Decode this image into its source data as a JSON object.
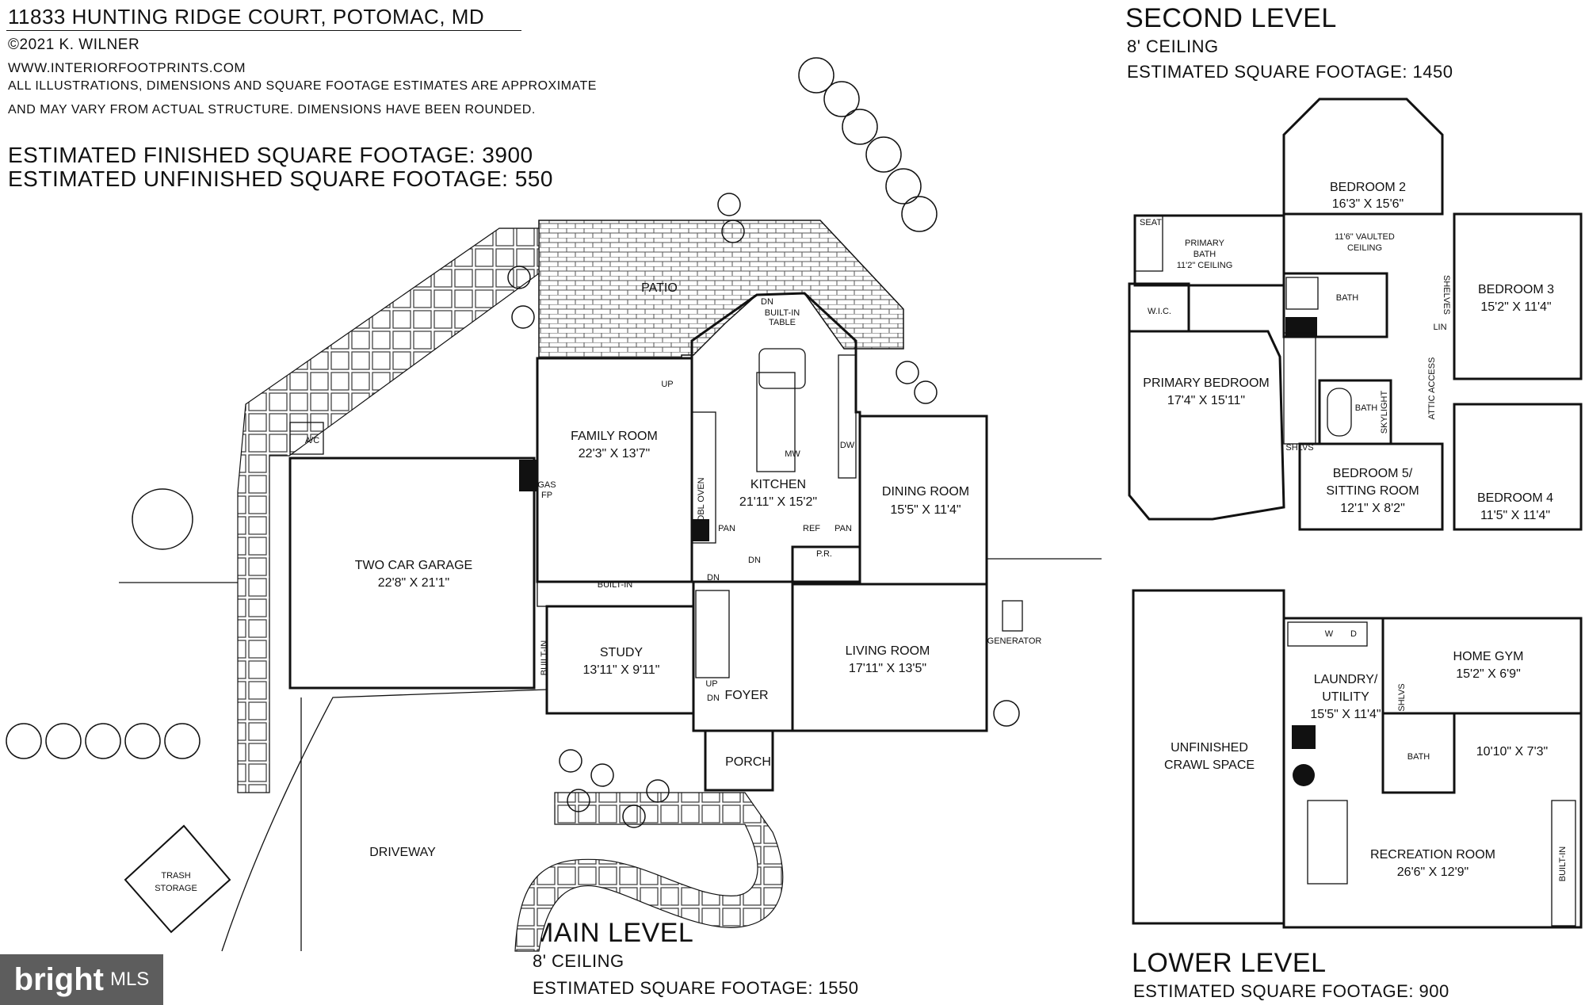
{
  "header": {
    "address": "11833 HUNTING RIDGE COURT, POTOMAC, MD",
    "credit": "©2021 K. WILNER",
    "website": "WWW.INTERIORFOOTPRINTS.COM",
    "disclaimer_line1": "ALL ILLUSTRATIONS, DIMENSIONS AND SQUARE FOOTAGE ESTIMATES ARE APPROXIMATE",
    "disclaimer_line2": "AND MAY VARY FROM ACTUAL STRUCTURE. DIMENSIONS HAVE BEEN ROUNDED.",
    "finished": "ESTIMATED FINISHED SQUARE FOOTAGE: 3900",
    "unfinished": "ESTIMATED UNFINISHED SQUARE FOOTAGE: 550"
  },
  "levels": {
    "main": {
      "title": "MAIN LEVEL",
      "ceiling": "8' CEILING",
      "sqft": "ESTIMATED SQUARE FOOTAGE: 1550"
    },
    "second": {
      "title": "SECOND LEVEL",
      "ceiling": "8' CEILING",
      "sqft": "ESTIMATED SQUARE FOOTAGE: 1450"
    },
    "lower": {
      "title": "LOWER LEVEL",
      "sqft": "ESTIMATED SQUARE FOOTAGE: 900"
    }
  },
  "main_rooms": {
    "patio": "PATIO",
    "family": {
      "name": "FAMILY ROOM",
      "dim": "22'3\" X 13'7\""
    },
    "kitchen": {
      "name": "KITCHEN",
      "dim": "21'11\" X 15'2\""
    },
    "dining": {
      "name": "DINING ROOM",
      "dim": "15'5\" X 11'4\""
    },
    "garage": {
      "name": "TWO CAR GARAGE",
      "dim": "22'8\" X 21'1\""
    },
    "study": {
      "name": "STUDY",
      "dim": "13'11\" X 9'11\""
    },
    "living": {
      "name": "LIVING ROOM",
      "dim": "17'11\" X 13'5\""
    },
    "foyer": "FOYER",
    "porch": "PORCH",
    "driveway": "DRIVEWAY",
    "trash1": "TRASH",
    "trash2": "STORAGE",
    "ac": "A/C",
    "gas1": "GAS",
    "gas2": "FP",
    "builtin_table1": "BUILT-IN",
    "builtin_table2": "TABLE",
    "builtin": "BUILT-IN",
    "builtin_v": "BUILT-IN",
    "dbl_oven": "DBL OVEN",
    "pan": "PAN",
    "ref": "REF",
    "pr": "P.R.",
    "dw": "DW",
    "mw": "MW",
    "generator": "GENERATOR",
    "up": "UP",
    "dn": "DN"
  },
  "second_rooms": {
    "bed2": {
      "name": "BEDROOM 2",
      "dim": "16'3\" X 15'6\""
    },
    "vault1": "11'6\" VAULTED",
    "vault2": "CEILING",
    "pbath1": "PRIMARY",
    "pbath2": "BATH",
    "pbath3": "11'2\" CEILING",
    "seat": "SEAT",
    "wic": "W.I.C.",
    "bath": "BATH",
    "shelves": "SHELVES",
    "lin": "LIN",
    "bed3": {
      "name": "BEDROOM 3",
      "dim": "15'2\" X 11'4\""
    },
    "primary": {
      "name": "PRIMARY BEDROOM",
      "dim": "17'4\" X 15'11\""
    },
    "skylight": "SKYLIGHT",
    "attic": "ATTIC ACCESS",
    "shlvs": "SHLVS",
    "bed5a": "BEDROOM 5/",
    "bed5b": "SITTING ROOM",
    "bed5dim": "12'1\" X 8'2\"",
    "bed4": {
      "name": "BEDROOM 4",
      "dim": "11'5\" X 11'4\""
    }
  },
  "lower_rooms": {
    "crawl1": "UNFINISHED",
    "crawl2": "CRAWL SPACE",
    "laundry1": "LAUNDRY/",
    "laundry2": "UTILITY",
    "laundrydim": "15'5\" X 11'4\"",
    "gym": {
      "name": "HOME GYM",
      "dim": "15'2\" X 6'9\""
    },
    "bath": "BATH",
    "extra": "10'10\" X 7'3\"",
    "rec": {
      "name": "RECREATION ROOM",
      "dim": "26'6\" X 12'9\""
    },
    "w": "W",
    "d": "D",
    "shlvs": "SHLVS",
    "builtin": "BUILT-IN"
  },
  "mls": {
    "brand": "bright",
    "suffix": "MLS"
  }
}
